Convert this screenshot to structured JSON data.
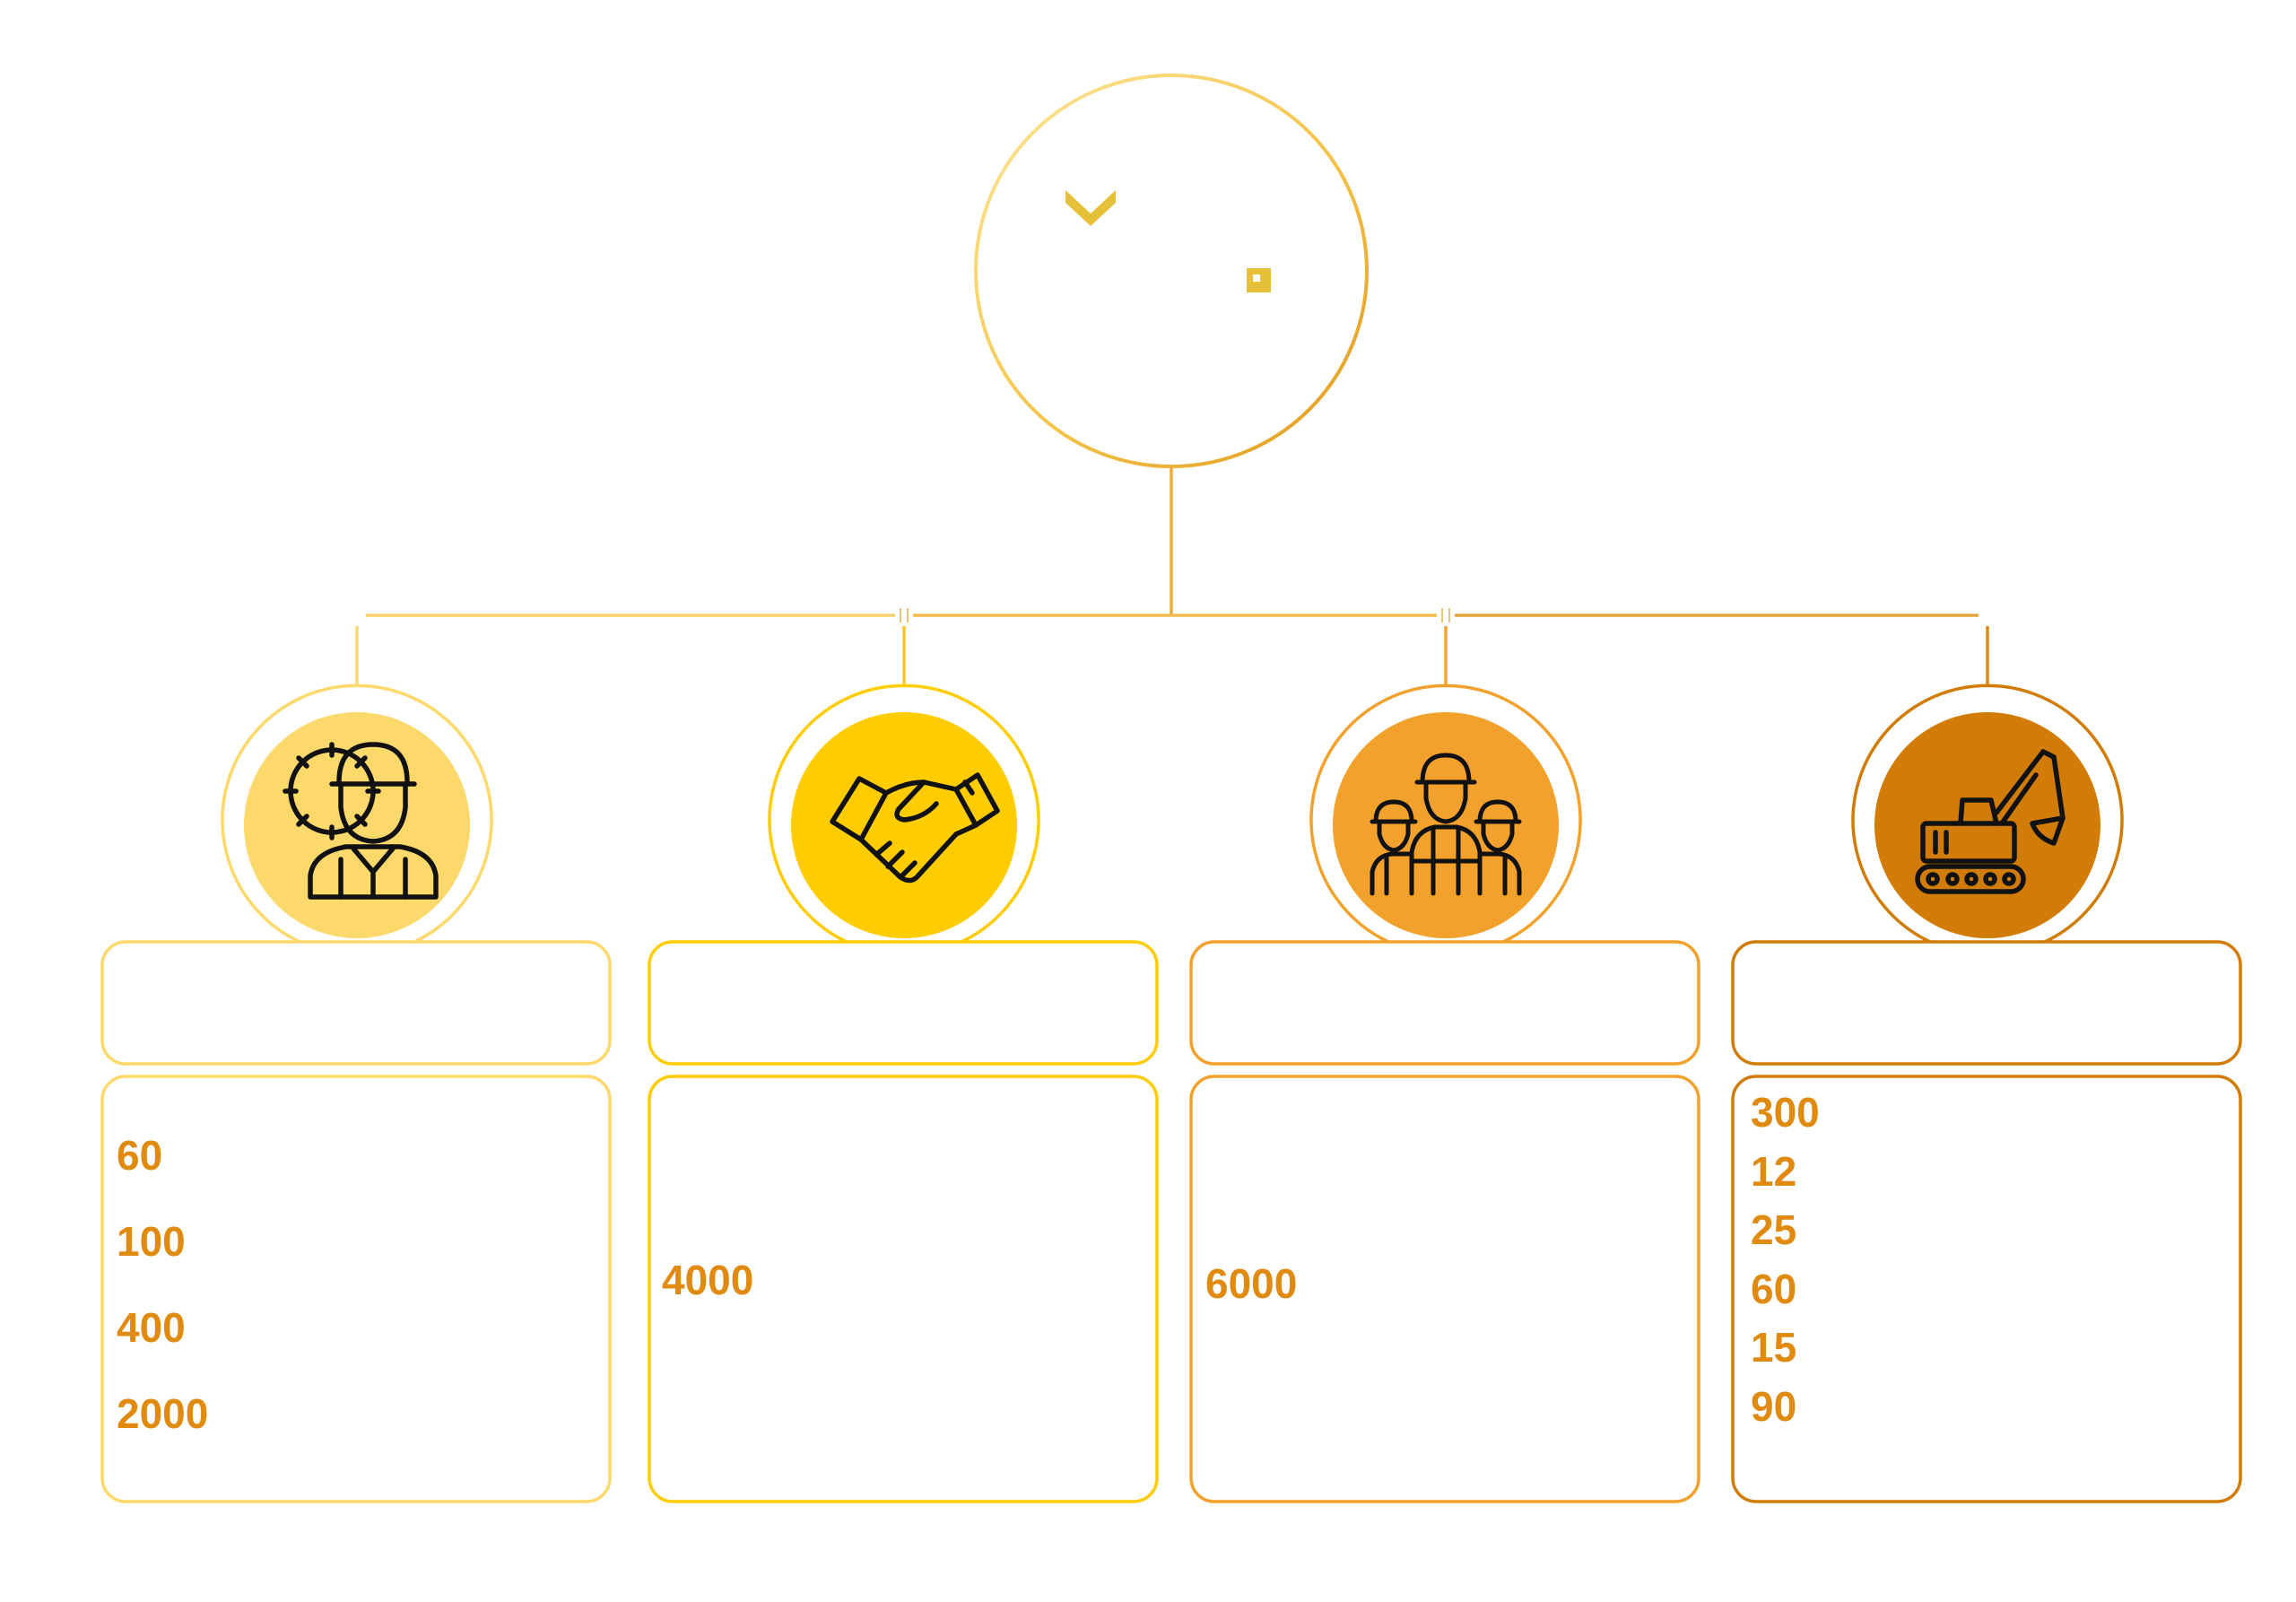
{
  "colors": {
    "pale_yellow": "#fdd86a",
    "yellow": "#ffcc00",
    "orange": "#f2a22c",
    "dark_orange": "#d07c07",
    "value_text": "#e08a10",
    "top_logo": "#e7c03a",
    "icon_stroke": "#111111"
  },
  "top_node": {
    "icon": "chevron-down-icon",
    "mark": "small-square-icon"
  },
  "branches": [
    {
      "icon": "engineer-gear-icon",
      "color": "#fdd86a",
      "values": [
        "60",
        "100",
        "400",
        "2000"
      ]
    },
    {
      "icon": "handshake-icon",
      "color": "#ffcc00",
      "values": [
        "4000"
      ]
    },
    {
      "icon": "workers-group-icon",
      "color": "#f2a22c",
      "values": [
        "6000"
      ]
    },
    {
      "icon": "excavator-icon",
      "color": "#d07c07",
      "values": [
        "300",
        "12",
        "25",
        "60",
        "15",
        "90"
      ]
    }
  ]
}
